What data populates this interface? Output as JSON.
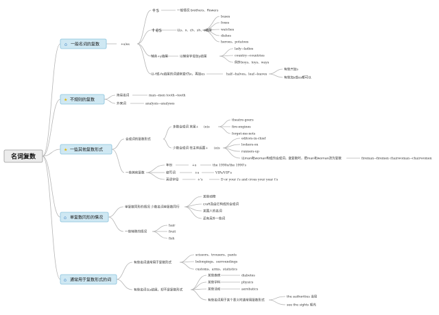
{
  "root": "名词复数",
  "cat1": {
    "title": "一般名词的复数",
    "rule": "+s/es",
    "s_add": "+s",
    "s_ex": "一般情况 brothers、flowers",
    "es_add": "+es",
    "es_cond": "以s、x、ch、sh、o结尾",
    "es_list": [
      "buses",
      "foxes",
      "watches",
      "dishes",
      "heroes、potatoes"
    ],
    "y_cond": "辅音+y结尾",
    "y_rule": "以辅音字母加y结尾",
    "y_list": [
      "lady→ladies",
      "country→countries",
      "例外boys、toys、ways"
    ],
    "f_cond": "以-f或-fe结尾的词通常变f为v，再加es",
    "f_ex": "half→halves，leaf→leaves",
    "f_notes": [
      "有些只加s",
      "有些加s或es都可以"
    ]
  },
  "cat2": {
    "title": "不规则的复数",
    "items": [
      {
        "label": "简易名词",
        "ex": "man→men tooth→teeth"
      },
      {
        "label": "外来词",
        "ex": "analysis→analyses"
      }
    ]
  },
  "cat3": {
    "title": "一些其他复数形式",
    "compound": "合成词的复数形式",
    "c1": "多数合成词 末尾+",
    "c1_add": "(e)s",
    "c1_list": [
      "theatre-goers",
      "fire-engines",
      "forget-me-nots"
    ],
    "c2": "少数合成词 在主体后面+",
    "c2_add": "(e)s",
    "c2_list": [
      "editors-in-chief",
      "lookers-on",
      "runners-up"
    ],
    "c2_man": "以man和woman构成的合成词，变复数时，把man和woman改为复数",
    "c2_man_ex": "fireman→firemen chairwoman→chairwomen",
    "other": "一些其他复数",
    "rows": [
      {
        "label": "年份",
        "add": "+s",
        "ex": "the 1990s/the 1990's"
      },
      {
        "label": "缩写词",
        "add": "+s",
        "ex": "VIPs/VIP's"
      },
      {
        "label": "英语字母",
        "add": "+'s",
        "ex": "D or your i's and cross your year t's"
      }
    ]
  },
  "cat4": {
    "title": "单复数同形的情况",
    "g1": "单复数同形的情况 少数名词单复数同行",
    "g1_list": [
      "某些动物",
      "craft及由它构成的合成词",
      "某国人的名词",
      "还有另外一些词"
    ],
    "g2": "一些特殊的情况",
    "g2_list": [
      "hair",
      "fruit",
      "fish"
    ]
  },
  "cat5": {
    "title": "通常用于复数形式的词",
    "g1": "有些名词通常用于复数形式",
    "g1_list": [
      "scissors、trousers、pants",
      "belongings、surroundings",
      "customs、arms、statistics"
    ],
    "g2": "有些名词以s结尾，却不是复数形式",
    "g2_rows": [
      {
        "label": "某些疾病",
        "ex": "diabetes"
      },
      {
        "label": "某些学科",
        "ex": "physics"
      },
      {
        "label": "某些活动",
        "ex": "aerobatics"
      }
    ],
    "g2_last": "有些名词用于某个意义时通常用复数形式",
    "g2_last_list": [
      "the authorities 当局",
      "see the sights 观光"
    ]
  },
  "colors": {
    "line": "#b4b4b4",
    "node": "#cfe8f3",
    "node_border": "#86c1dc",
    "root": "#ececec",
    "root_border": "#999999"
  }
}
